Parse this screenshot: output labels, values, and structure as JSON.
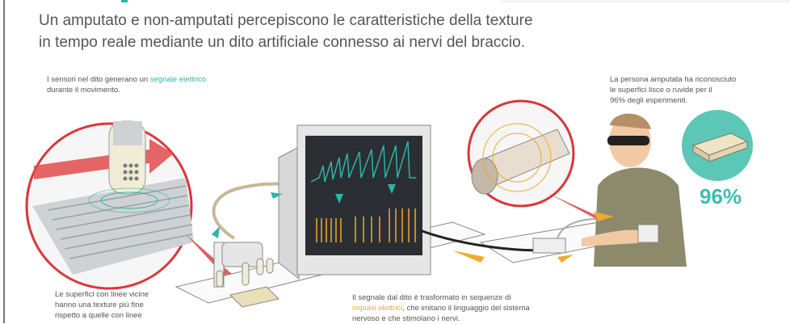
{
  "header": {
    "subtitle_line1": "Un amputato e non-amputati percepiscono le caratteristiche della texture",
    "subtitle_line2": "in tempo reale mediante un dito artificiale connesso ai nervi del braccio."
  },
  "notes": {
    "sensor": {
      "pre": "I sensori nel dito generano un ",
      "highlight": "segnale elettrico",
      "post": " durante il movimento."
    },
    "texture": {
      "line1": "Le superfici con linee vicine",
      "line2": "hanno una texture più fine",
      "line3": "rispetto a quelle con linee"
    },
    "signal": {
      "line1": "Il segnale dal dito è trasformato in sequenze di",
      "highlight": "impulsi elettrici",
      "post": ", che imitano il linguaggio del sistema",
      "line3": "nervoso e che stimolano i nervi."
    },
    "result": {
      "line1": "La persona amputata ha riconosciuto",
      "line2": "le superfici lisce o ruvide per il",
      "line3": "96% degli esperimenti."
    }
  },
  "result_percent": "96%",
  "colors": {
    "teal": "#2bb5a4",
    "orange": "#f0a830",
    "red": "#d9373a",
    "monitor": "#2b2f33"
  }
}
